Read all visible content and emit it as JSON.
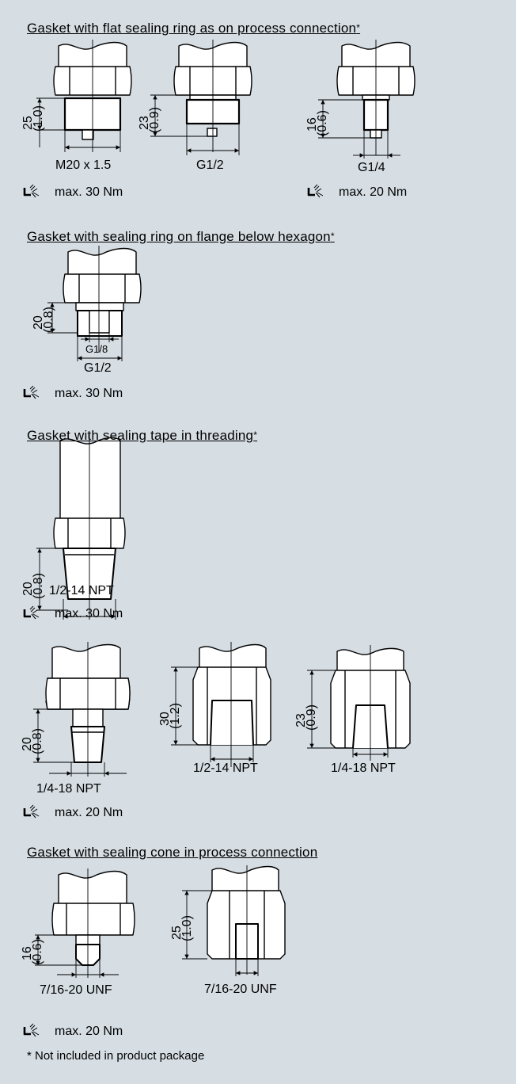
{
  "headings": {
    "flat_ring": "Gasket with flat sealing ring as on process connection",
    "flange_ring": "Gasket with sealing ring on flange below hexagon",
    "tape": "Gasket with sealing tape in threading",
    "cone": "Gasket with sealing cone in process connection"
  },
  "star": "*",
  "torque": {
    "max30": "max. 30 Nm",
    "max20": "max. 20 Nm"
  },
  "dims": {
    "d25": "25",
    "d25in": "(1.0)",
    "d23": "23",
    "d23in": "(0.9)",
    "d16": "16",
    "d16in": "(0.6)",
    "d20": "20",
    "d20in": "(0.8)",
    "d30": "30",
    "d30in": "(1.2)"
  },
  "threads": {
    "m20": "M20 x 1.5",
    "g12": "G1/2",
    "g14": "G1/4",
    "g18": "G1/8",
    "npt12": "1/2-14 NPT",
    "npt14": "1/4-18 NPT",
    "unf": "7/16-20 UNF"
  },
  "footnote": "* Not included in product package",
  "icons": {
    "wrench": "wrench-icon"
  }
}
